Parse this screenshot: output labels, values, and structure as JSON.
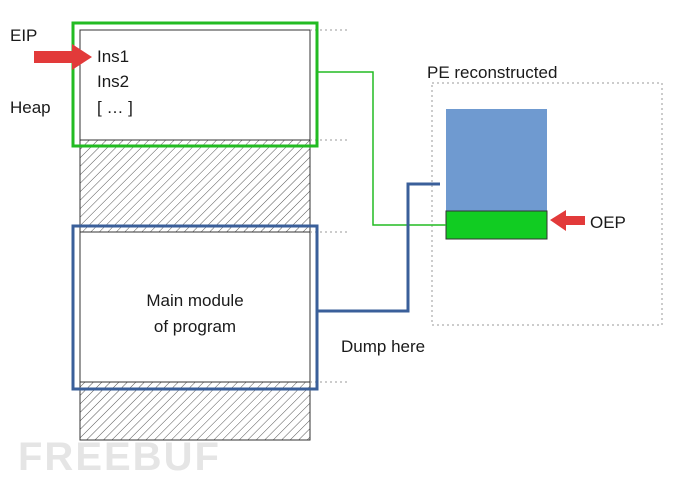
{
  "labels": {
    "eip": "EIP",
    "heap": "Heap",
    "heap_lines": [
      "Ins1",
      "Ins2",
      "[ … ]"
    ],
    "main_module_lines": [
      "Main module",
      "of program"
    ],
    "pe_reconstructed": "PE reconstructed",
    "oep": "OEP",
    "dump_here": "Dump here",
    "watermark": "FREEBUF"
  },
  "colors": {
    "heap_frame": "#22bb22",
    "main_frame": "#3a5f9a",
    "pe_header_block": "#6f9ad0",
    "pe_code_block": "#11cc22",
    "arrow": "#e23a3a",
    "connector_green": "#22bb22",
    "connector_blue": "#3a5f9a",
    "dotted": "#999999",
    "hatch": "#555555"
  },
  "icons": {
    "eip_pointer": "right-arrow-icon",
    "oep_pointer": "left-arrow-icon"
  }
}
